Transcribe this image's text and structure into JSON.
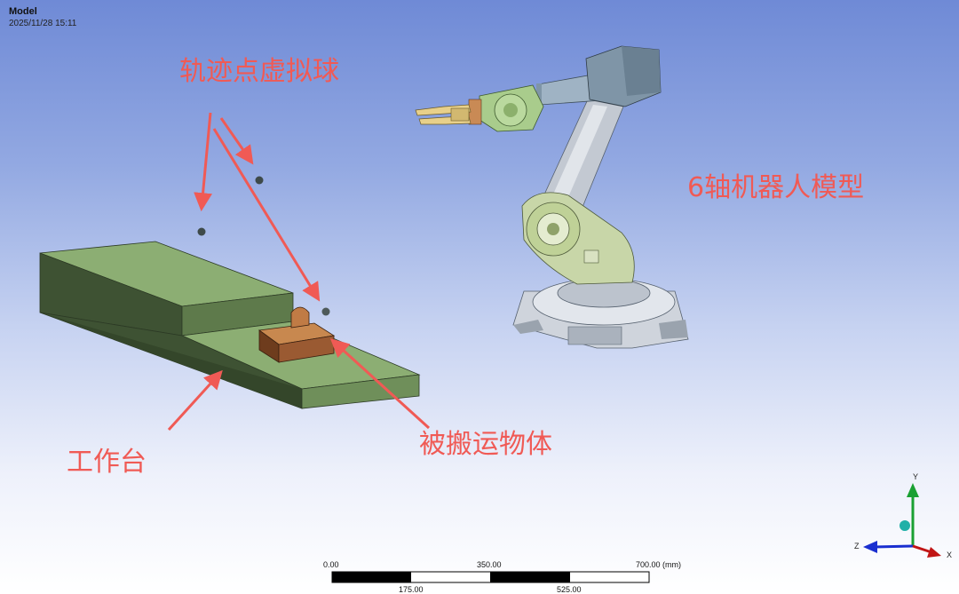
{
  "header": {
    "title": "Model",
    "datetime": "2025/11/28 15:11"
  },
  "annotations": {
    "trajectory_spheres": "轨迹点虚拟球",
    "robot_model": "6轴机器人模型",
    "workbench": "工作台",
    "carried_object": "被搬运物体"
  },
  "scale_bar": {
    "labels_top": [
      "0.00",
      "350.00",
      "700.00 (mm)"
    ],
    "labels_bottom": [
      "175.00",
      "525.00"
    ]
  },
  "triad": {
    "x": "X",
    "y": "Y",
    "z": "Z"
  },
  "colors": {
    "annotation": "#f05a55",
    "workbench": "#6f8f5a",
    "object": "#9a5a32",
    "robot_body": "#cfd4dc",
    "robot_joint": "#b5cf8f"
  }
}
